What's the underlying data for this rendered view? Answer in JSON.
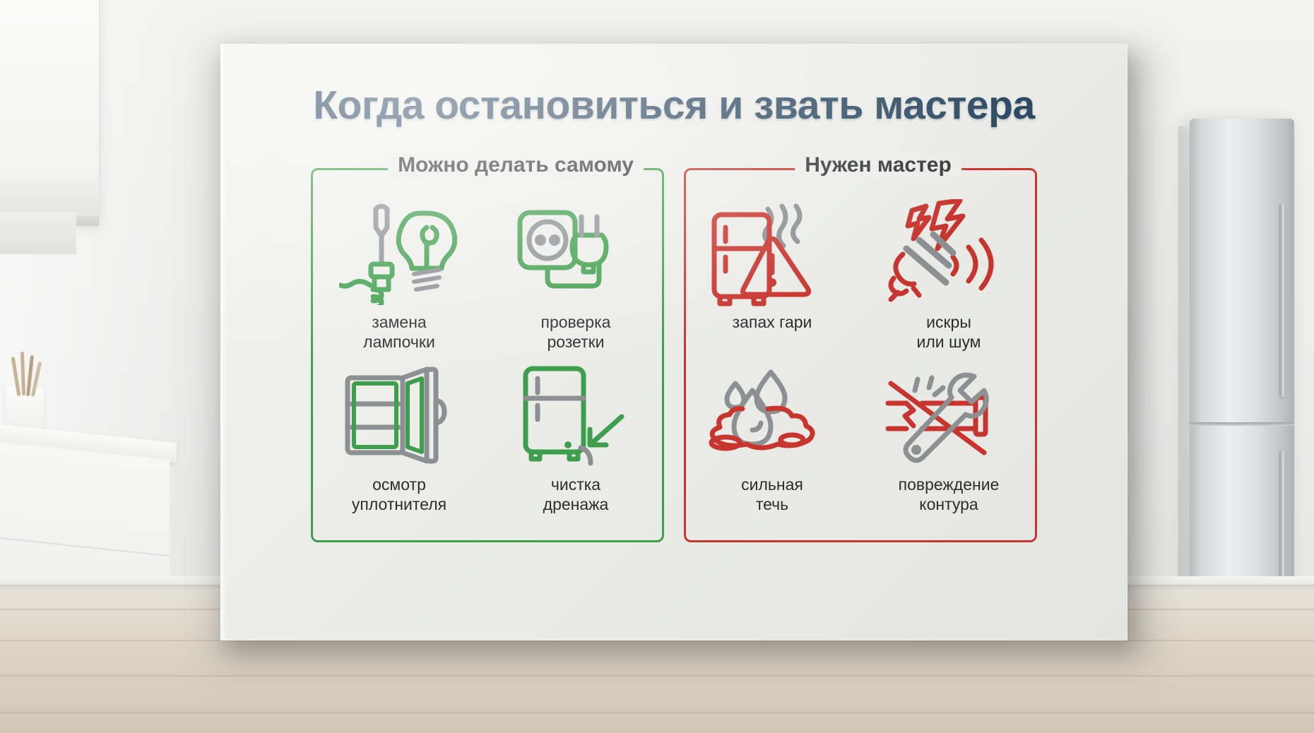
{
  "poster": {
    "title": "Когда остановиться и звать мастера",
    "title_color": "#2e4a63",
    "background_color": "#ecedea"
  },
  "panels": [
    {
      "id": "diy",
      "legend": "Можно делать самому",
      "accent_color": "#3f9e4d",
      "items": [
        {
          "icon": "hand-screwdriver-lightbulb-icon",
          "caption": "замена\nлампочки"
        },
        {
          "icon": "socket-plug-icon",
          "caption": "проверка\nрозетки"
        },
        {
          "icon": "open-fridge-door-seal-icon",
          "caption": "осмотр\nуплотнителя"
        },
        {
          "icon": "fridge-drain-arrow-icon",
          "caption": "чистка\nдренажа"
        }
      ]
    },
    {
      "id": "pro",
      "legend": "Нужен мастер",
      "accent_color": "#c8352f",
      "items": [
        {
          "icon": "fridge-smoke-warning-icon",
          "caption": "запах гари"
        },
        {
          "icon": "plug-sparks-noise-icon",
          "caption": "искры\nили шум"
        },
        {
          "icon": "water-drops-puddle-icon",
          "caption": "сильная\nтечь"
        },
        {
          "icon": "broken-pipe-wrench-icon",
          "caption": "повреждение\nконтура"
        }
      ]
    }
  ],
  "scene": {
    "description": "kitchen-interior-background",
    "wall_color": "#ececeb",
    "floor_color": "#ded5c7",
    "fridge_color": "#d6d9da"
  }
}
